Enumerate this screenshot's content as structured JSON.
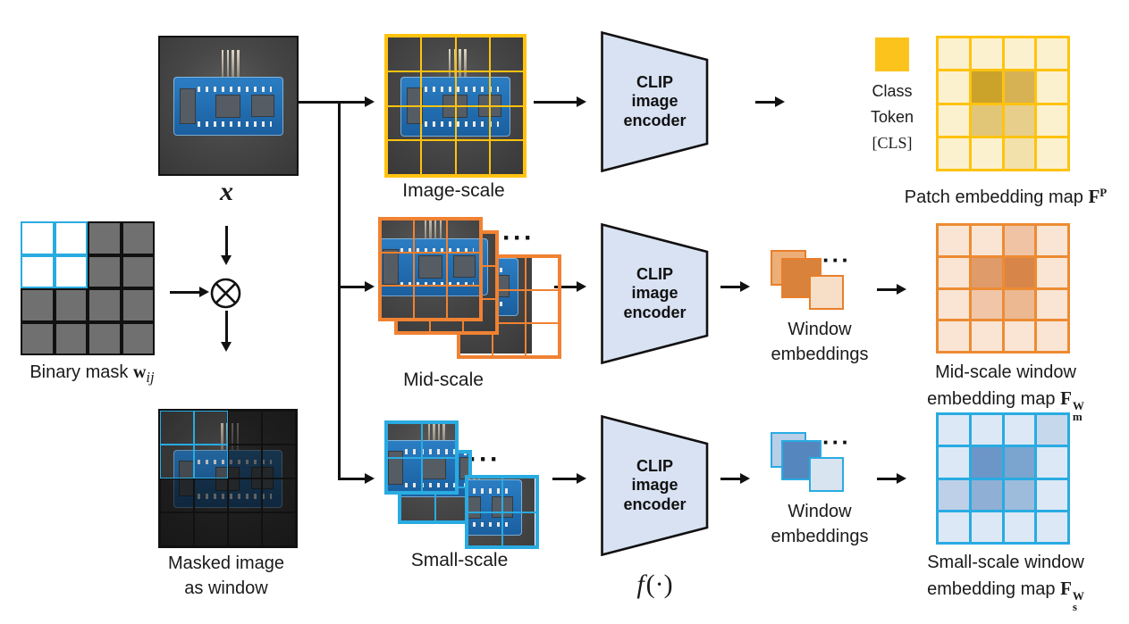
{
  "colors": {
    "yellow": "#FFC30F",
    "orange_grid": "#F08232",
    "orange_map": "#ED8B33",
    "blue": "#29ABE2",
    "encoder_fill": "#D9E2F3",
    "class_token_fill": "#FBC31C",
    "mask_grid": "#111111"
  },
  "input": {
    "symbol": "x"
  },
  "operator": {
    "symbol": "⊗"
  },
  "mask": {
    "label_text": "Binary mask",
    "label_symbol": "w",
    "label_subscript": "ij",
    "on_fill": "#FFFFFF",
    "on_border": "#29ABE2",
    "off_fill": "#707070",
    "off_border": "#111111",
    "cells": [
      [
        1,
        1,
        0,
        0
      ],
      [
        1,
        1,
        0,
        0
      ],
      [
        0,
        0,
        0,
        0
      ],
      [
        0,
        0,
        0,
        0
      ]
    ]
  },
  "masked_image": {
    "caption_line1": "Masked image",
    "caption_line2": "as window"
  },
  "scales": {
    "image": {
      "label": "Image-scale",
      "grid": "4x4"
    },
    "mid": {
      "label": "Mid-scale",
      "grid": "3x3",
      "ellipsis": "···"
    },
    "small": {
      "label": "Small-scale",
      "grid": "2x2",
      "ellipsis": "···"
    }
  },
  "encoder": {
    "line1": "CLIP",
    "line2": "image",
    "line3": "encoder"
  },
  "function": {
    "name": "f",
    "arg": "(·)"
  },
  "outputs": {
    "class_token": {
      "line1": "Class",
      "line2": "Token",
      "line3": "[CLS]"
    },
    "patch_map": {
      "caption": "Patch embedding map",
      "symbol": "F",
      "superscript": "P",
      "border": "#FFC30F",
      "cells": [
        [
          "#FCF1CE",
          "#FCF1CE",
          "#FCF1CE",
          "#FCF1CE"
        ],
        [
          "#FCF1CE",
          "#CBA22A",
          "#D6B254",
          "#FCF1CE"
        ],
        [
          "#FCF1CE",
          "#E2C678",
          "#E7CE8B",
          "#FCF1CE"
        ],
        [
          "#FCF1CE",
          "#FCF1CE",
          "#F3E1AB",
          "#FCF1CE"
        ]
      ]
    },
    "mid": {
      "embeddings_label_line1": "Window",
      "embeddings_label_line2": "embeddings",
      "ellipsis": "···",
      "caption_line1": "Mid-scale window",
      "caption_line2": "embedding map",
      "symbol": "F",
      "subscript": "m",
      "superscript": "W",
      "map": {
        "border": "#ED8B33",
        "cells": [
          [
            "#FAE5D4",
            "#FAE5D4",
            "#EFC3A4",
            "#FAE5D4"
          ],
          [
            "#FAE5D4",
            "#E09B6B",
            "#D8854A",
            "#FAE5D4"
          ],
          [
            "#FAE5D4",
            "#F0C5A8",
            "#EBB891",
            "#FAE5D4"
          ],
          [
            "#FAE5D4",
            "#FAE5D4",
            "#FAE5D4",
            "#FAE5D4"
          ]
        ]
      },
      "emb_back_fill": "#EBAF77",
      "emb_mid_fill": "#D8823C",
      "emb_front_fill": "#F6DFC6",
      "emb_border": "#E87E2B"
    },
    "small": {
      "embeddings_label_line1": "Window",
      "embeddings_label_line2": "embeddings",
      "ellipsis": "···",
      "caption_line1": "Small-scale window",
      "caption_line2": "embedding map",
      "symbol": "F",
      "subscript": "s",
      "superscript": "W",
      "map": {
        "border": "#29ABE2",
        "cells": [
          [
            "#DCE8F5",
            "#DCE8F5",
            "#DCE8F5",
            "#C6D8EB"
          ],
          [
            "#DCE8F5",
            "#6C96C8",
            "#7BA4CF",
            "#DCE8F5"
          ],
          [
            "#BDD0E7",
            "#8FAFD5",
            "#9DBBDB",
            "#DCE8F5"
          ],
          [
            "#DCE8F5",
            "#DCE8F5",
            "#DCE8F5",
            "#DCE8F5"
          ]
        ]
      },
      "emb_back_fill": "#B9CEE7",
      "emb_mid_fill": "#5586BE",
      "emb_front_fill": "#D9E4F1",
      "emb_border": "#29ABE2"
    }
  }
}
